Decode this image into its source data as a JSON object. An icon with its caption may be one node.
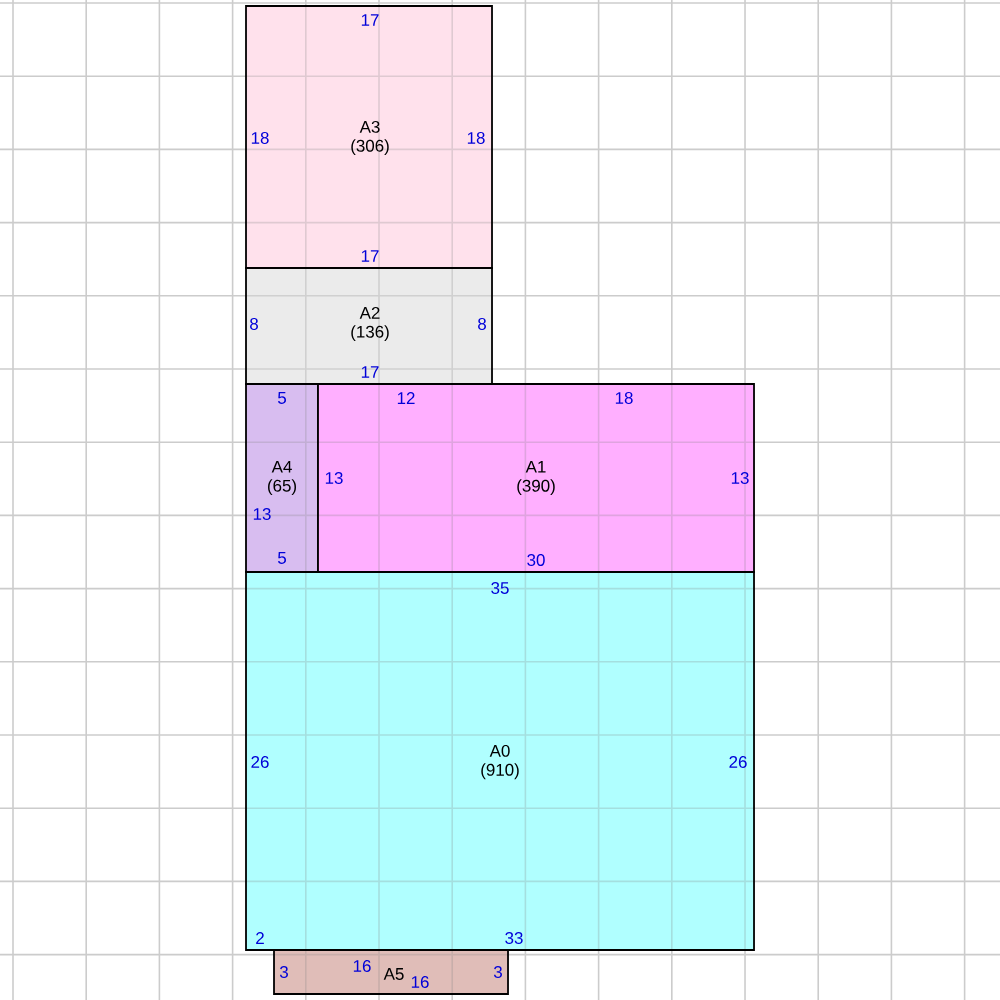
{
  "diagram": {
    "nodes": [
      {
        "text": [
          "A3",
          "(306)"
        ]
      },
      {
        "text": [
          "A2",
          "(136)"
        ]
      },
      {
        "text": [
          "A4",
          "(65)"
        ]
      },
      {
        "text": [
          "A1",
          "(390)"
        ]
      },
      {
        "text": [
          "A0",
          "(910)"
        ]
      },
      {
        "text": [
          "A5"
        ]
      }
    ],
    "labels": [
      "17",
      "18",
      "18",
      "17",
      "8",
      "8",
      "17",
      "5",
      "12",
      "18",
      "13",
      "13",
      "13",
      "5",
      "30",
      "35",
      "26",
      "26",
      "2",
      "33",
      "3",
      "16",
      "16",
      "3"
    ]
  }
}
